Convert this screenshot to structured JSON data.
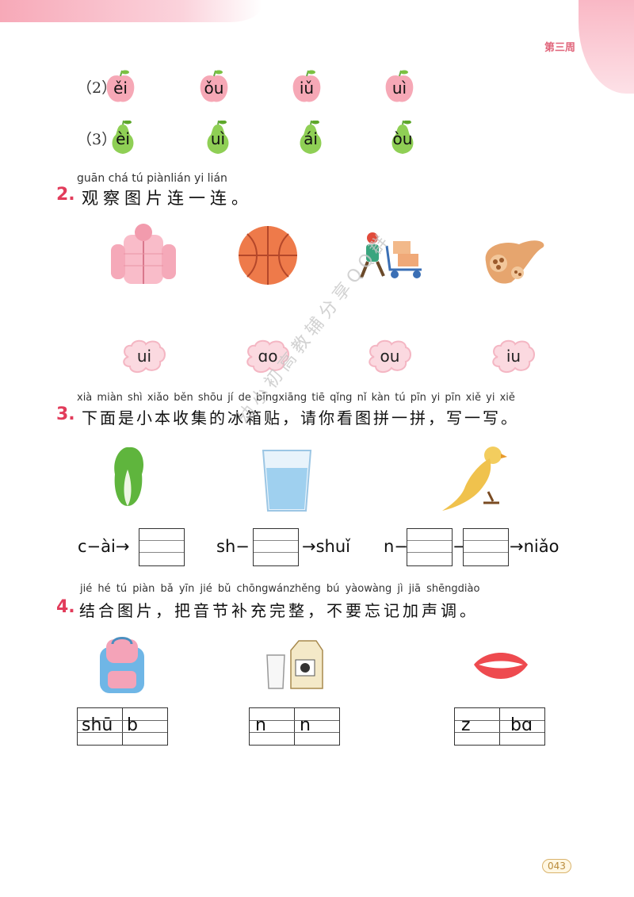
{
  "header": {
    "week_label": "第三周"
  },
  "section1": {
    "rows": [
      {
        "label": "（2）",
        "fruit": "apple",
        "items": [
          "ěi",
          "ǒu",
          "iǔ",
          "uì"
        ]
      },
      {
        "label": "（3）",
        "fruit": "pear",
        "items": [
          "èi",
          "uì",
          "ái",
          "òu"
        ]
      }
    ]
  },
  "q2": {
    "number": "2.",
    "pinyin": [
      "guān",
      "chá",
      "tú",
      "piàn",
      "lián",
      "yi",
      "lián"
    ],
    "title": "观察图片连一连。",
    "pictures": [
      "coat-icon",
      "basketball-icon",
      "worker-cart-icon",
      "lotus-root-icon"
    ],
    "finals": [
      "ui",
      "ɑo",
      "ou",
      "iu"
    ]
  },
  "q3": {
    "number": "3.",
    "pinyin": [
      "xià",
      "miàn",
      "shì",
      "xiǎo",
      "běn",
      "shōu",
      "jí",
      "de",
      "bīng",
      "xiāng",
      "tiē",
      "qǐng",
      "nǐ",
      "kàn",
      "tú",
      "pīn",
      "yi",
      "pīn",
      "xiě",
      "yi",
      "xiě"
    ],
    "title": "下面是小本收集的冰箱贴，请你看图拼一拼，写一写。",
    "items": [
      {
        "prefix": "c−ài→",
        "suffix": ""
      },
      {
        "prefix": "sh−",
        "suffix": "→shuǐ"
      },
      {
        "prefix": "n−",
        "middle": "−",
        "suffix": "→niǎo"
      }
    ]
  },
  "q4": {
    "number": "4.",
    "pinyin": [
      "jié",
      "hé",
      "tú",
      "piàn",
      "bǎ",
      "yīn",
      "jié",
      "bǔ",
      "chōng",
      "wán",
      "zhěng",
      "bú",
      "yào",
      "wàng",
      "jì",
      "jiā",
      "shēng",
      "diào"
    ],
    "title": "结合图片，把音节补充完整，不要忘记加声调。",
    "items": [
      {
        "cells": [
          "shū",
          "b"
        ]
      },
      {
        "cells": [
          "n",
          "n"
        ]
      },
      {
        "cells": [
          "z",
          "bɑ"
        ]
      }
    ]
  },
  "watermark": "幼小初高教辅分享QQ群",
  "footer": {
    "page_number": "043"
  }
}
